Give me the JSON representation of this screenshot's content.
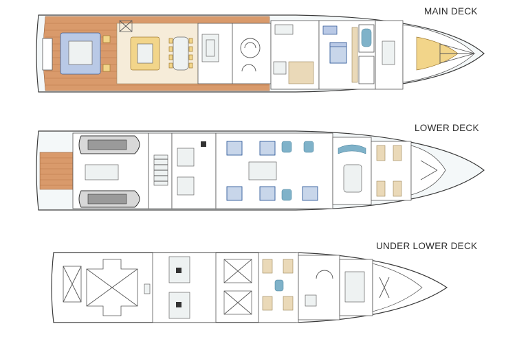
{
  "decks": {
    "main": {
      "label": "MAIN DECK"
    },
    "lower": {
      "label": "LOWER DECK"
    },
    "under": {
      "label": "UNDER LOWER DECK"
    }
  },
  "colors": {
    "teak_deck": "#d99a6b",
    "bed_blue": "#2f5a9a",
    "upholstery_gold": "#f2d58a",
    "hull_outline": "#3a3a3a"
  }
}
